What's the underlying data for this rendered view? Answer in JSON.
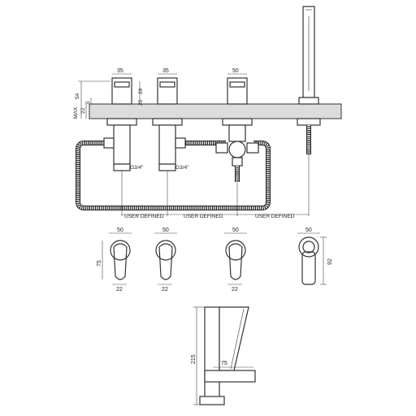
{
  "top_dims": {
    "d1": "35",
    "d2": "35",
    "d3": "50"
  },
  "side_dims": {
    "max_label": "MAX",
    "v54": "54",
    "v29": "29",
    "v22": "22",
    "v5": "5",
    "v25": "25"
  },
  "connections": {
    "left": "G3/4\"",
    "mid": "G3/4\""
  },
  "user_defined": [
    "USER DEFINED",
    "USER DEFINED",
    "USER DEFINED"
  ],
  "front_views": [
    {
      "width": "50",
      "height": "75",
      "depth": "22"
    },
    {
      "width": "50",
      "depth": "22"
    },
    {
      "width": "50",
      "depth": "22"
    },
    {
      "width": "50",
      "height": "92"
    }
  ],
  "spout_view": {
    "height": "215",
    "reach": "75"
  }
}
